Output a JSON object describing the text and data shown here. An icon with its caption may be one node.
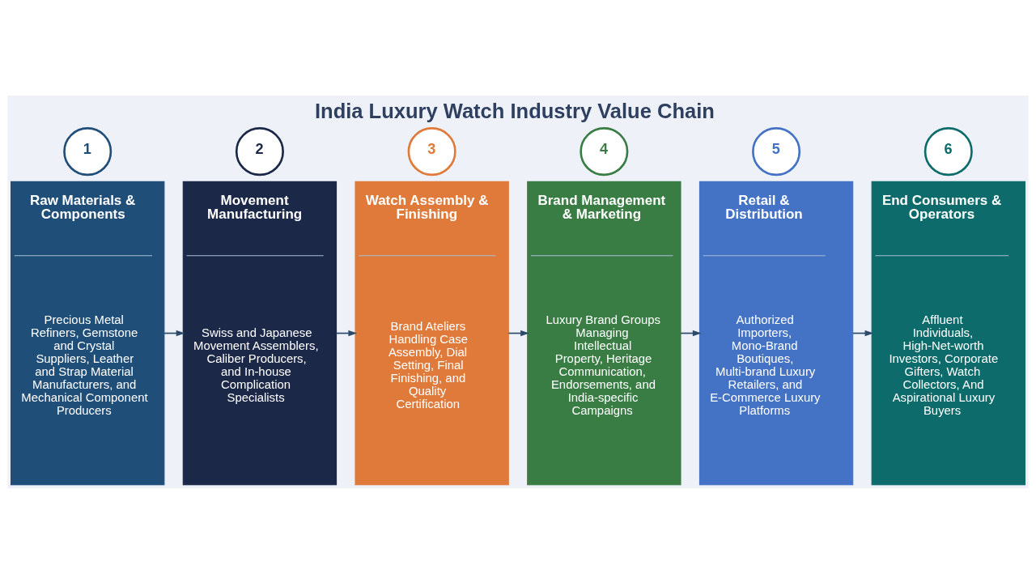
{
  "diagram": {
    "title": "India Luxury Watch Industry Value Chain",
    "nodes": [
      {
        "text": [
          "1"
        ]
      },
      {
        "text": [
          "Raw Materials & Components",
          "Precious Metal Refiners, Gemstone and Crystal Suppliers, Leather and Strap Material Manufacturers, and Mechanical Component Producers"
        ]
      },
      {
        "text": [
          "2"
        ]
      },
      {
        "text": [
          "Movement Manufacturing",
          "Swiss and Japanese Movement Assemblers, Caliber Producers, and In-house Complication Specialists"
        ]
      },
      {
        "text": [
          "3"
        ]
      },
      {
        "text": [
          "Watch Assembly & Finishing",
          "Brand Ateliers Handling Case Assembly, Dial Setting, Final Finishing, and Quality Certification"
        ]
      },
      {
        "text": [
          "4"
        ]
      },
      {
        "text": [
          "Brand Management & Marketing",
          "Luxury Brand Groups Managing Intellectual Property, Heritage Communication, Endorsements, and India-specific Campaigns"
        ]
      },
      {
        "text": [
          "5"
        ]
      },
      {
        "text": [
          "Retail & Distribution",
          "Authorized Importers, Mono-Brand Boutiques, Multi-brand Luxury Retailers, and E-Commerce Luxury Platforms"
        ]
      },
      {
        "text": [
          "6"
        ]
      },
      {
        "text": [
          "End Consumers & Operators",
          "Affluent Individuals, High-Net-worth Investors, Corporate Gifters, Watch Collectors, And Aspirational Luxury Buyers"
        ]
      }
    ],
    "edges": [
      {
        "from": 1,
        "to": 3,
        "arrow": "to"
      },
      {
        "from": 3,
        "to": 5,
        "arrow": "to"
      },
      {
        "from": 5,
        "to": 7,
        "arrow": "to"
      },
      {
        "from": 7,
        "to": 9,
        "arrow": "to"
      },
      {
        "from": 9,
        "to": 11,
        "arrow": "to"
      }
    ]
  }
}
